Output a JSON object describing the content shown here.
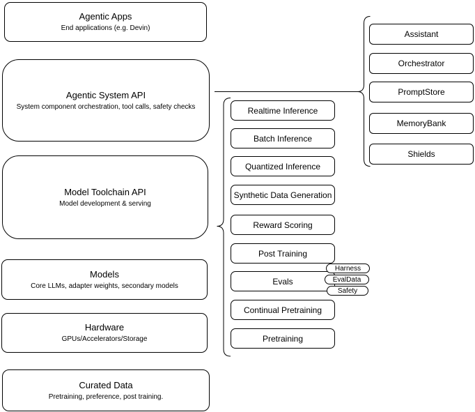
{
  "colors": {
    "stroke": "#000000",
    "background": "#ffffff",
    "text": "#000000"
  },
  "left_stack": [
    {
      "title": "Agentic Apps",
      "subtitle": "End applications (e.g. Devin)"
    },
    {
      "title": "Agentic System API",
      "subtitle": "System component orchestration, tool calls, safety checks"
    },
    {
      "title": "Model Toolchain API",
      "subtitle": "Model development & serving"
    },
    {
      "title": "Models",
      "subtitle": "Core LLMs, adapter weights, secondary models"
    },
    {
      "title": "Hardware",
      "subtitle": "GPUs/Accelerators/Storage"
    },
    {
      "title": "Curated Data",
      "subtitle": "Pretraining, preference, post training."
    }
  ],
  "toolchain_items": [
    "Realtime Inference",
    "Batch Inference",
    "Quantized Inference",
    "Synthetic Data Generation",
    "Reward Scoring",
    "Post Training",
    "Evals",
    "Continual Pretraining",
    "Pretraining"
  ],
  "eval_tags": [
    "Harness",
    "EvalData",
    "Safety"
  ],
  "system_components": [
    "Assistant",
    "Orchestrator",
    "PromptStore",
    "MemoryBank",
    "Shields"
  ]
}
